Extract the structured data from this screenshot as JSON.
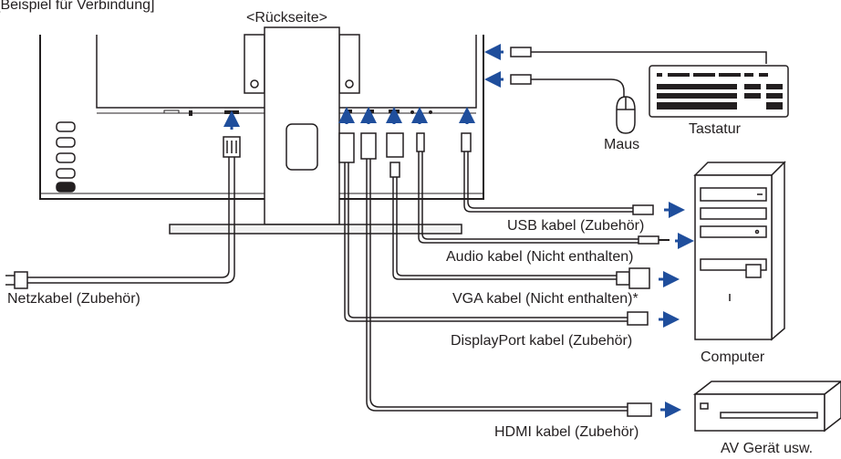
{
  "title": "[Beispiel für Verbindung]",
  "view_label": "<Rückseite>",
  "devices": {
    "keyboard": "Tastatur",
    "mouse": "Maus",
    "computer": "Computer",
    "av_device": "AV Gerät usw."
  },
  "cables": {
    "power": "Netzkabel (Zubehör)",
    "usb": "USB kabel (Zubehör)",
    "audio": "Audio kabel (Nicht enthalten)",
    "vga": "VGA kabel (Nicht enthalten)*",
    "displayport": "DisplayPort kabel (Zubehör)",
    "hdmi": "HDMI kabel (Zubehör)"
  },
  "colors": {
    "line": "#231f20",
    "arrow": "#1f4e9c",
    "panel": "#f2f2f2"
  }
}
